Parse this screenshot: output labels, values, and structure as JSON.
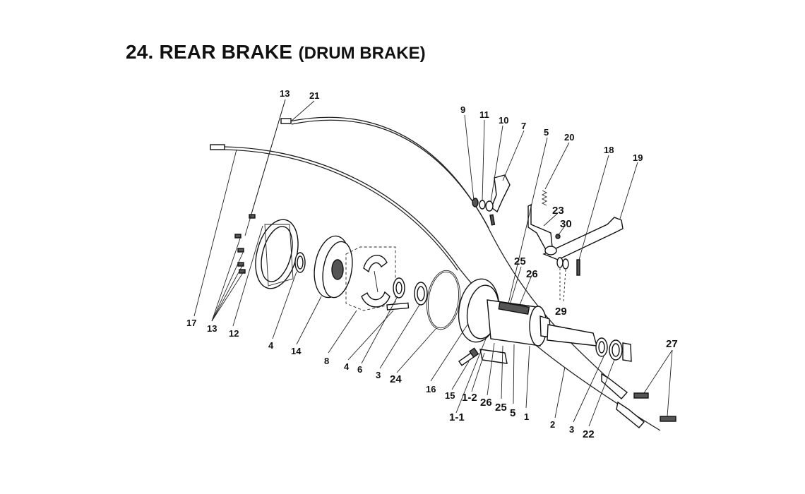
{
  "title": {
    "main": "24. REAR BRAKE",
    "sub": "(DRUM BRAKE)"
  },
  "labels": {
    "l13a": "13",
    "l21": "21",
    "l9": "9",
    "l11": "11",
    "l10": "10",
    "l7": "7",
    "l5a": "5",
    "l20": "20",
    "l18": "18",
    "l19": "19",
    "l23": "23",
    "l30": "30",
    "l25a": "25",
    "l26a": "26",
    "l29": "29",
    "l17": "17",
    "l13b": "13",
    "l12": "12",
    "l4a": "4",
    "l14": "14",
    "l8": "8",
    "l4b": "4",
    "l6": "6",
    "l3a": "3",
    "l24": "24",
    "l16": "16",
    "l15": "15",
    "l12b": "1-2",
    "l26b": "26",
    "l25b": "25",
    "l5b": "5",
    "l1": "1",
    "l11b": "1-1",
    "l2": "2",
    "l3b": "3",
    "l22": "22",
    "l27": "27"
  }
}
